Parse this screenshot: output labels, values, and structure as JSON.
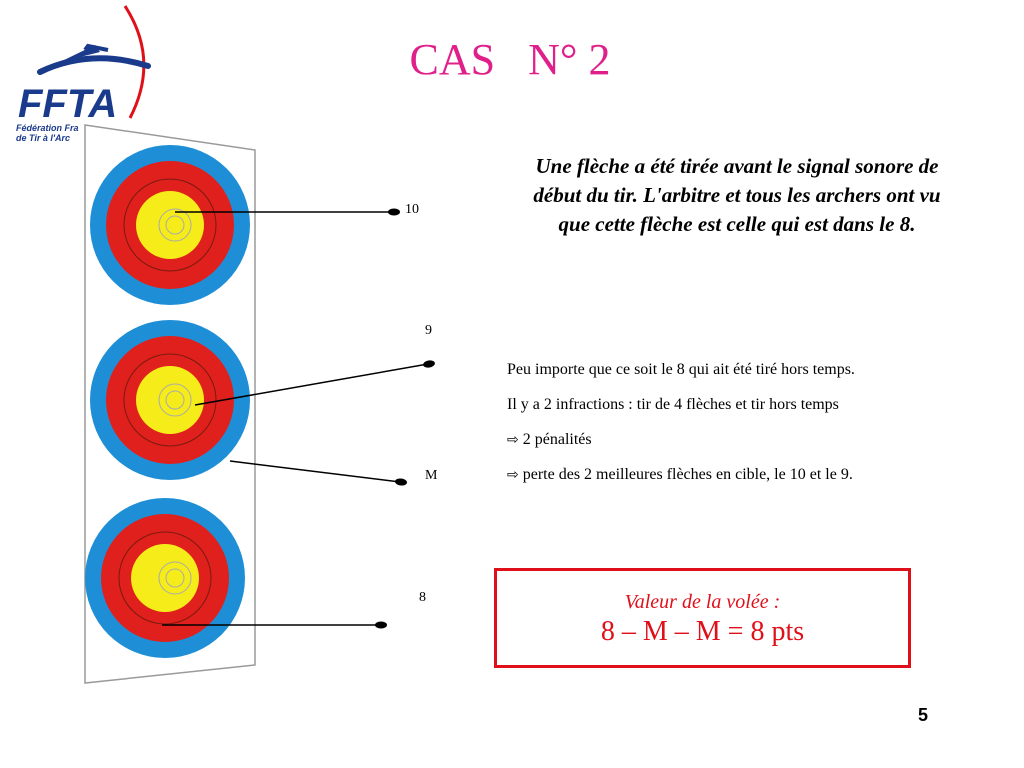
{
  "logo": {
    "text": "FFTA",
    "tagline": "Fédération Française de Tir à l'Arc",
    "tagline_line1": "Fédération Fra",
    "tagline_line2": "de Tir à l'Arc",
    "colors": {
      "blue": "#1a3a8c",
      "red": "#e0101a"
    }
  },
  "title": "CAS   N° 2",
  "targets": {
    "ring_colors": [
      "#1e8fd6",
      "#e0201c",
      "#f5ec1a"
    ],
    "arrows": [
      {
        "score": "10",
        "target": 1
      },
      {
        "score": "9",
        "target": 2
      },
      {
        "score": "M",
        "target": 2
      },
      {
        "score": "8",
        "target": 3
      }
    ]
  },
  "case_description": "Une flèche a été tirée avant le signal sonore de début du tir. L'arbitre et tous les archers ont vu que cette flèche est celle qui est dans le 8.",
  "explanation": {
    "line1": "Peu importe que ce soit le 8 qui ait été tiré hors temps.",
    "line2": "Il y a 2 infractions  : tir de 4 flèches et tir hors temps",
    "line3": "2 pénalités",
    "line4": "perte des 2 meilleures flèches en cible, le 10 et le 9.",
    "bullet_icon": "right-arrow-outline-icon"
  },
  "result": {
    "label": "Valeur de la volée :",
    "value": "8 – M – M = 8 pts",
    "color": "#e0101a"
  },
  "page_number": "5"
}
